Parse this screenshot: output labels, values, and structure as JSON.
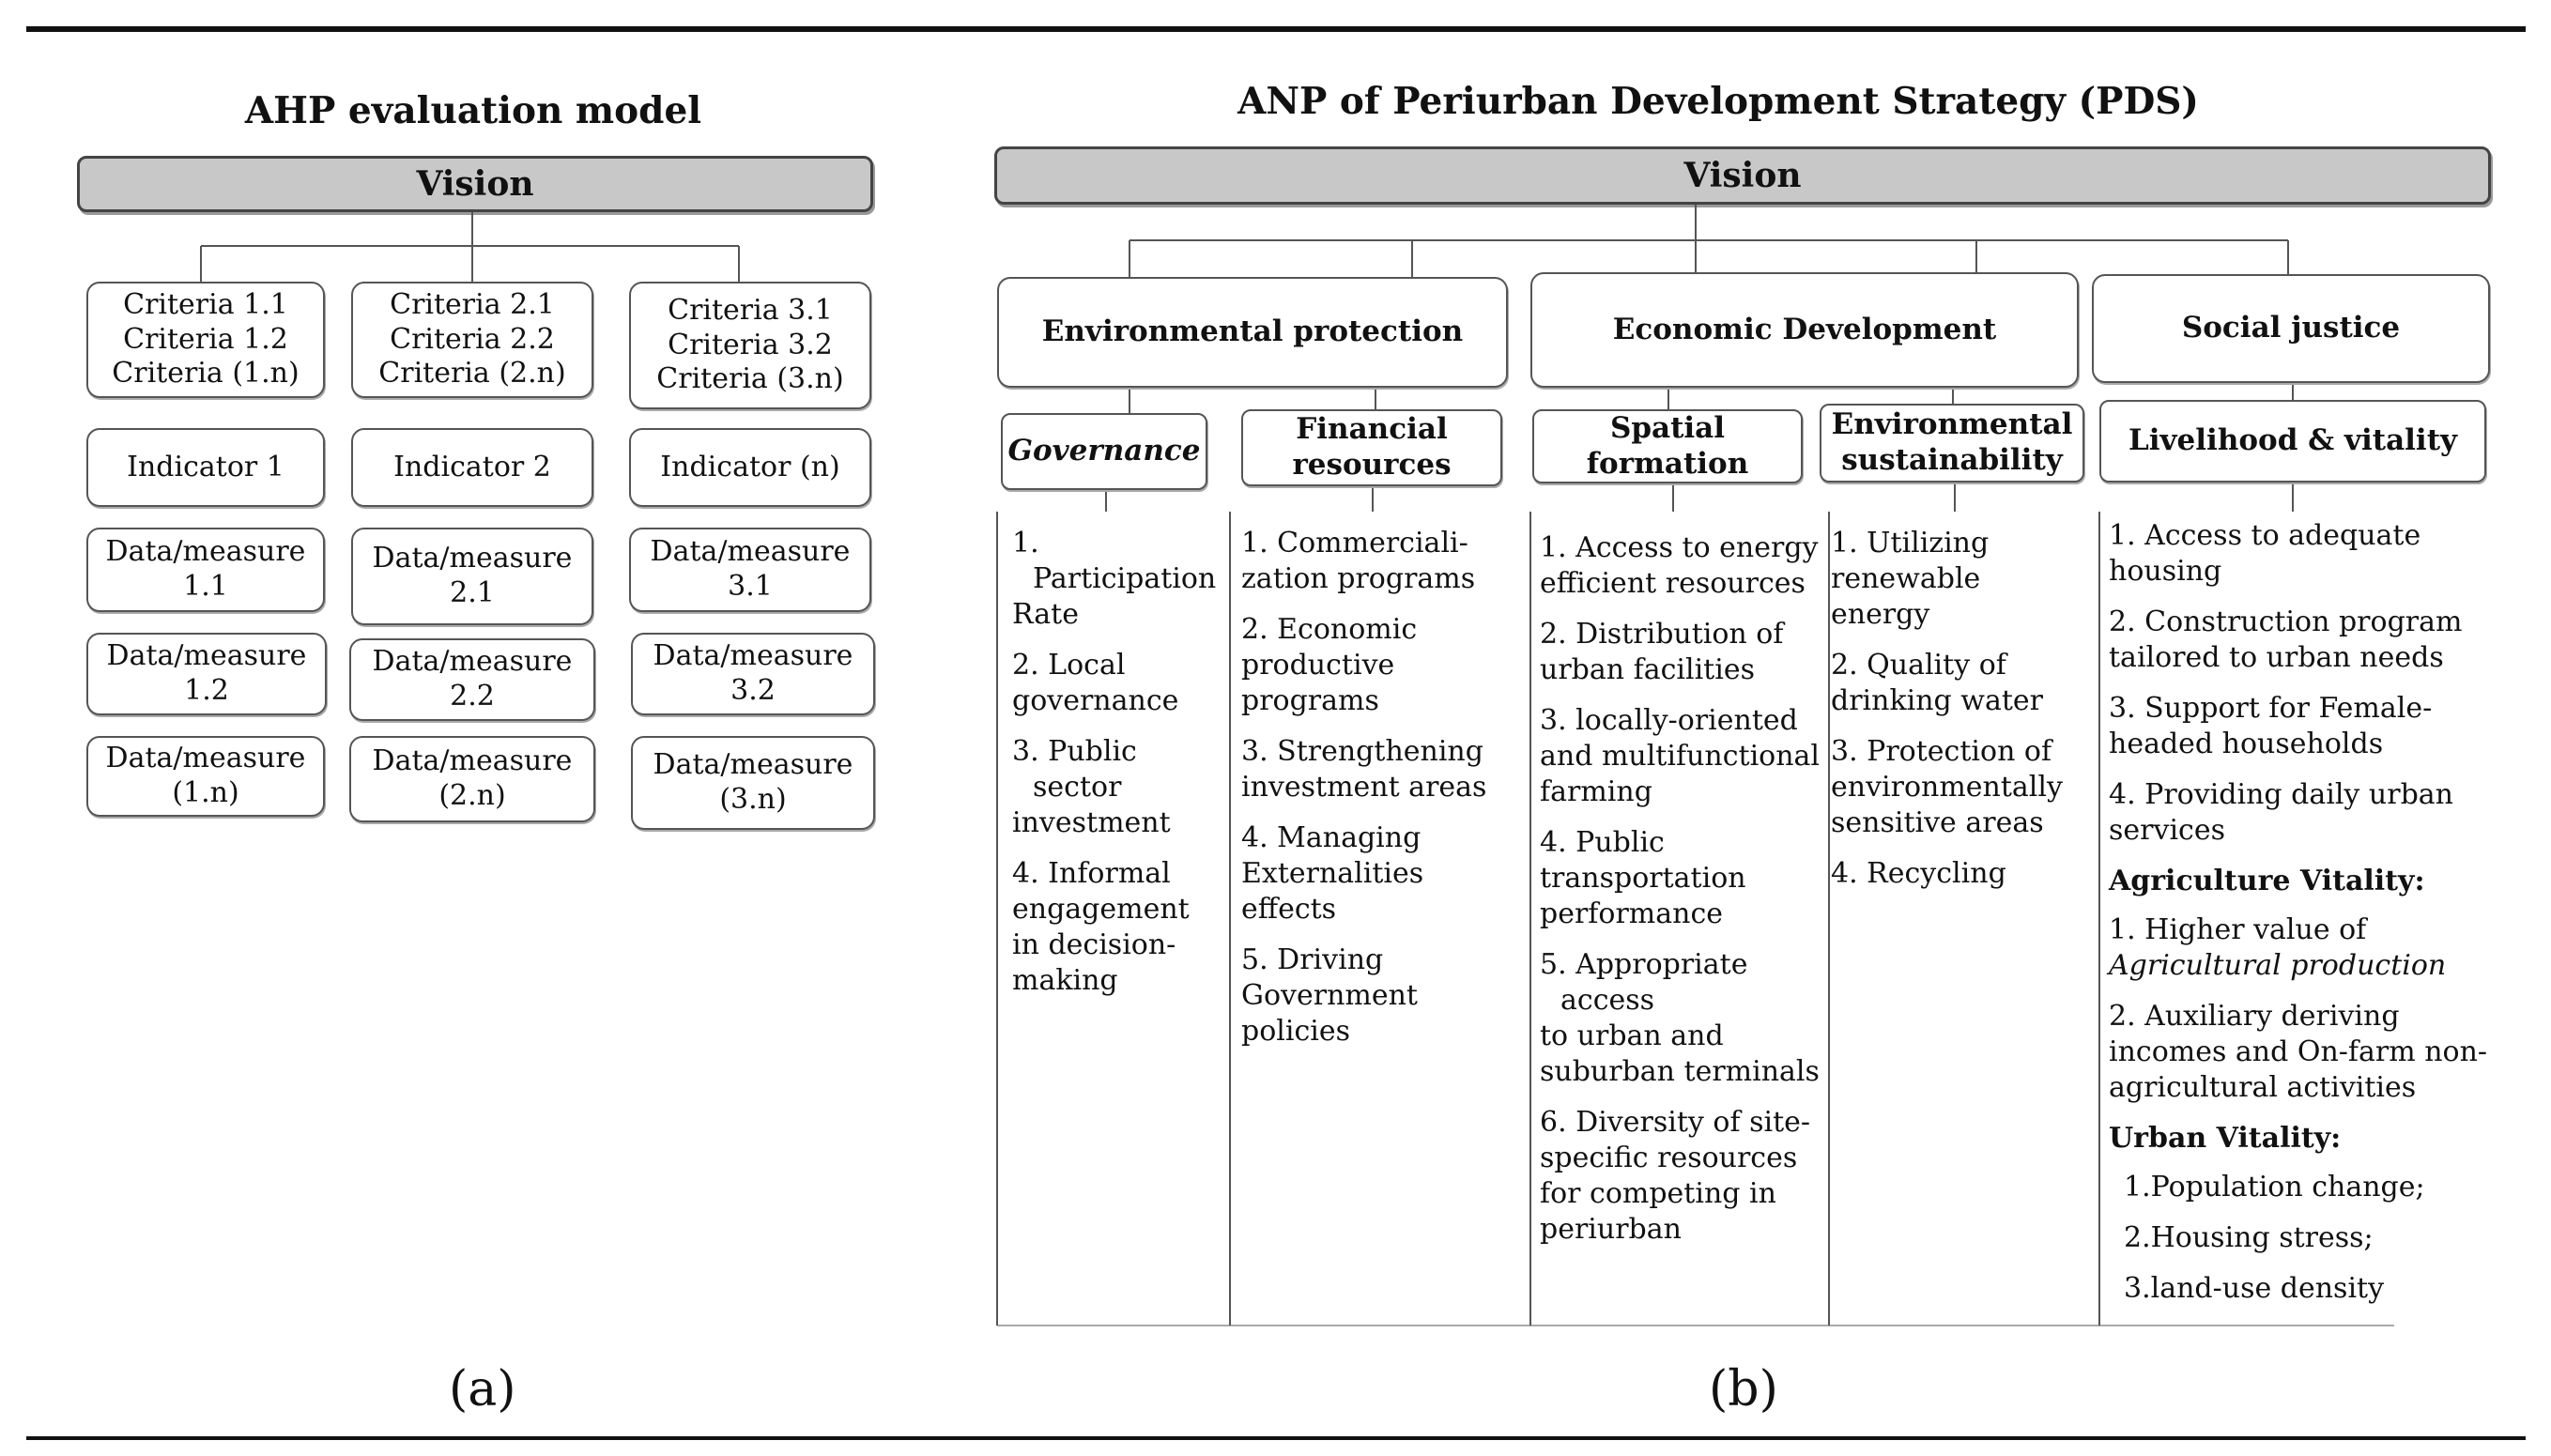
{
  "ahp": {
    "title": "AHP evaluation model",
    "vision": "Vision",
    "columns": [
      {
        "criteria": [
          "Criteria 1.1",
          "Criteria 1.2",
          "Criteria (1.n)"
        ],
        "indicator": "Indicator 1",
        "data": [
          [
            "Data/measure",
            "1.1"
          ],
          [
            "Data/measure",
            "1.2"
          ],
          [
            "Data/measure",
            "(1.n)"
          ]
        ]
      },
      {
        "criteria": [
          "Criteria 2.1",
          "Criteria 2.2",
          "Criteria (2.n)"
        ],
        "indicator": "Indicator 2",
        "data": [
          [
            "Data/measure",
            "2.1"
          ],
          [
            "Data/measure",
            "2.2"
          ],
          [
            "Data/measure",
            "(2.n)"
          ]
        ]
      },
      {
        "criteria": [
          "Criteria 3.1",
          "Criteria 3.2",
          "Criteria (3.n)"
        ],
        "indicator": "Indicator (n)",
        "data": [
          [
            "Data/measure",
            "3.1"
          ],
          [
            "Data/measure",
            "3.2"
          ],
          [
            "Data/measure",
            "(3.n)"
          ]
        ]
      }
    ],
    "caption": "(a)"
  },
  "anp": {
    "title": "ANP of Periurban Development Strategy (PDS)",
    "vision": "Vision",
    "goals": [
      "Environmental protection",
      "Economic Development",
      "Social justice"
    ],
    "subcriteria": [
      [
        "Governance"
      ],
      [
        "Financial",
        "resources"
      ],
      [
        "Spatial",
        "formation"
      ],
      [
        "Environmental",
        "sustainability"
      ],
      [
        "Livelihood & vitality"
      ]
    ],
    "columns": {
      "governance": [
        [
          "1. Participation",
          "Rate"
        ],
        [
          "2. Local",
          "governance"
        ],
        [
          "3. Public sector",
          "investment"
        ],
        [
          "4. Informal",
          "engagement",
          "in decision-",
          "making"
        ]
      ],
      "financial": [
        [
          "1. Commerciali-",
          "zation programs"
        ],
        [
          "2. Economic",
          "productive",
          "programs"
        ],
        [
          "3. Strengthening",
          "investment areas"
        ],
        [
          "4. Managing",
          "Externalities",
          "effects"
        ],
        [
          "5. Driving",
          "Government",
          "policies"
        ]
      ],
      "spatial": [
        [
          "1. Access to energy",
          "efficient resources"
        ],
        [
          "2. Distribution of",
          "urban facilities"
        ],
        [
          "3. locally-oriented",
          "and multifunctional",
          "farming"
        ],
        [
          "4. Public",
          "transportation",
          "performance"
        ],
        [
          "5. Appropriate access",
          "to urban and",
          "suburban terminals"
        ],
        [
          "6. Diversity of site-",
          "specific resources",
          "for competing in",
          "periurban"
        ]
      ],
      "environmental": [
        [
          "1. Utilizing",
          "renewable",
          "energy"
        ],
        [
          "2. Quality of",
          "drinking water"
        ],
        [
          "3. Protection of",
          "environmentally",
          "sensitive areas"
        ],
        [
          "4. Recycling"
        ]
      ],
      "livelihood": {
        "items": [
          [
            "1. Access to adequate",
            "housing"
          ],
          [
            "2. Construction program",
            "tailored to urban needs"
          ],
          [
            "3. Support for Female-",
            "headed households"
          ],
          [
            "4. Providing daily urban",
            "services"
          ]
        ],
        "agri_heading": "Agriculture Vitality:",
        "agri_items": [
          [
            "1. Higher value of",
            "Agricultural production"
          ],
          [
            "2. Auxiliary deriving",
            "incomes and On-farm non-",
            "agricultural activities"
          ]
        ],
        "urban_heading": "Urban Vitality:",
        "urban_items": [
          "1.Population change;",
          "2.Housing stress;",
          "3.land-use density"
        ]
      }
    },
    "caption": "(b)"
  }
}
